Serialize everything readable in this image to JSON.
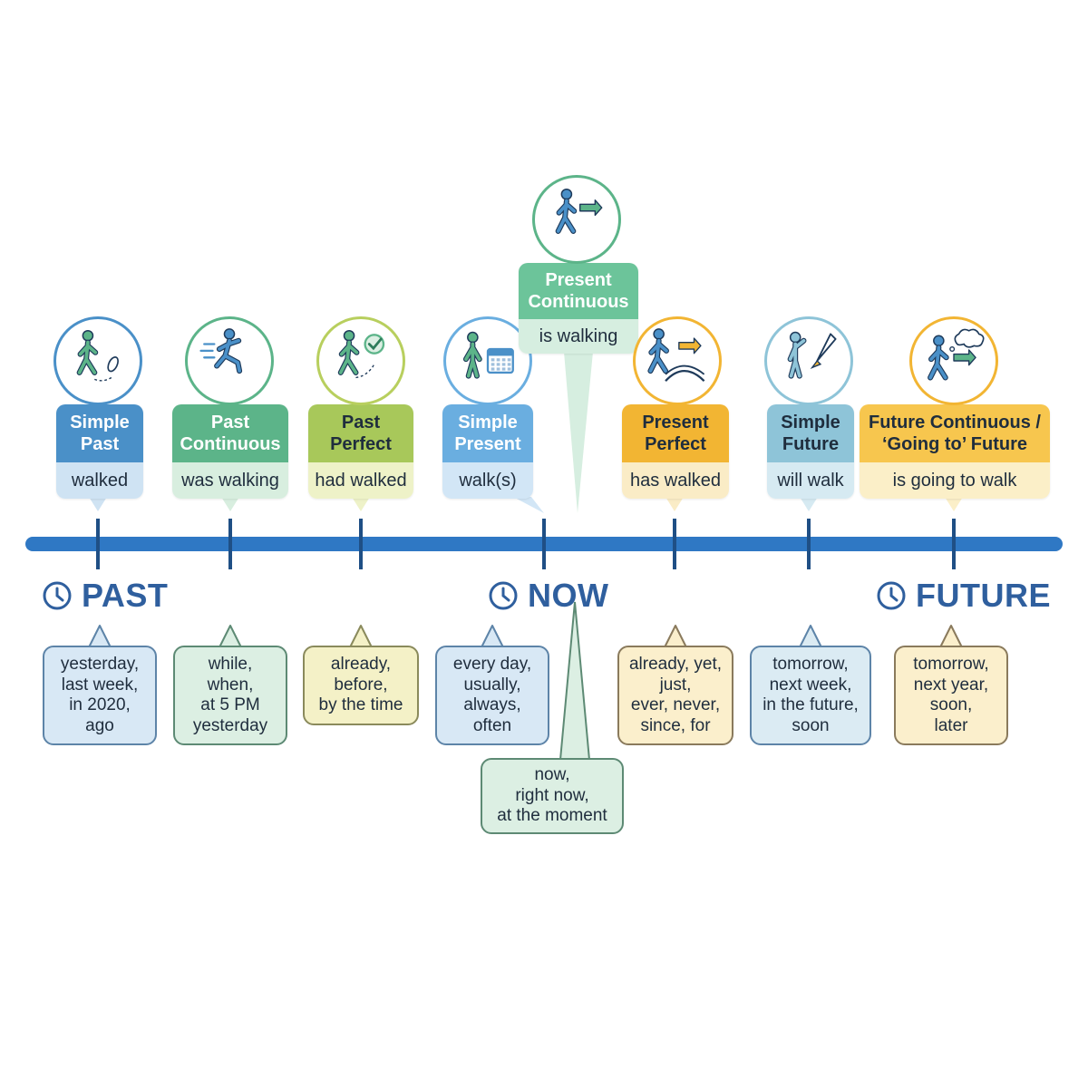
{
  "colors": {
    "timeline": "#2f78c4",
    "tick": "#1f4f85",
    "label": "#2f5f9e",
    "figure_blue": "#4a90c8",
    "figure_green": "#5cb489",
    "arrow_green": "#5cb489",
    "arrow_yellow": "#f2b533",
    "outline": "#1e3a5a"
  },
  "periods": {
    "past": "PAST",
    "now": "NOW",
    "future": "FUTURE"
  },
  "tenses": [
    {
      "id": "simple-past",
      "name": "Simple\nPast",
      "form": "walked",
      "icon": "walker-footprints-icon",
      "header_color": "#4a90c8",
      "form_bg": "#cfe3f3",
      "ring_color": "#4a90c8",
      "markers": "yesterday,\nlast week,\nin 2020,\nago",
      "marker_bg": "#d8e8f5",
      "marker_border": "#5d84a8"
    },
    {
      "id": "past-continuous",
      "name": "Past\nContinuous",
      "form": "was walking",
      "icon": "running-person-icon",
      "header_color": "#5cb489",
      "form_bg": "#d8eedf",
      "ring_color": "#5cb489",
      "markers": "while,\nwhen,\nat 5 PM\nyesterday",
      "marker_bg": "#dcefe3",
      "marker_border": "#5d8a74"
    },
    {
      "id": "past-perfect",
      "name": "Past\nPerfect",
      "form": "had walked",
      "icon": "walker-checkmark-icon",
      "header_color": "#a8c85a",
      "form_bg": "#eef2c8",
      "ring_color": "#b8cf5e",
      "markers": "already,\nbefore,\nby the time",
      "marker_bg": "#f4f1c7",
      "marker_border": "#8a8a5c"
    },
    {
      "id": "simple-present",
      "name": "Simple\nPresent",
      "form": "walk(s)",
      "icon": "person-calendar-icon",
      "header_color": "#6aaee0",
      "form_bg": "#d2e6f6",
      "ring_color": "#6aaee0",
      "markers": "every day,\nusually,\nalways,\noften",
      "marker_bg": "#d8e8f5",
      "marker_border": "#5d84a8"
    },
    {
      "id": "present-continuous",
      "name": "Present\nContinuous",
      "form": "is walking",
      "icon": "walking-arrow-icon",
      "header_color": "#6cc49a",
      "form_bg": "#d6eee0",
      "ring_color": "#5cb489",
      "markers": "now,\nright now,\nat the moment",
      "marker_bg": "#dcefe3",
      "marker_border": "#5d8a74"
    },
    {
      "id": "present-perfect",
      "name": "Present\nPerfect",
      "form": "has walked",
      "icon": "walker-bridge-icon",
      "header_color": "#f2b533",
      "form_bg": "#faecc6",
      "ring_color": "#f2b533",
      "markers": "already, yet,\njust,\never, never,\nsince, for",
      "marker_bg": "#fbefcc",
      "marker_border": "#8a7a5c"
    },
    {
      "id": "simple-future",
      "name": "Simple\nFuture",
      "form": "will walk",
      "icon": "person-rocket-icon",
      "header_color": "#8ec4d8",
      "form_bg": "#d6eaf2",
      "ring_color": "#8ec4d8",
      "markers": "tomorrow,\nnext week,\nin the future,\nsoon",
      "marker_bg": "#dbebf3",
      "marker_border": "#5d84a8"
    },
    {
      "id": "future-continuous",
      "name": "Future Continuous /\n‘Going to’ Future",
      "form": "is going to walk",
      "icon": "walker-thought-cloud-icon",
      "header_color": "#f7c64e",
      "form_bg": "#fbefc8",
      "ring_color": "#f2b533",
      "markers": "tomorrow,\nnext year,\nsoon,\nlater",
      "marker_bg": "#fbefcc",
      "marker_border": "#8a7a5c"
    }
  ]
}
